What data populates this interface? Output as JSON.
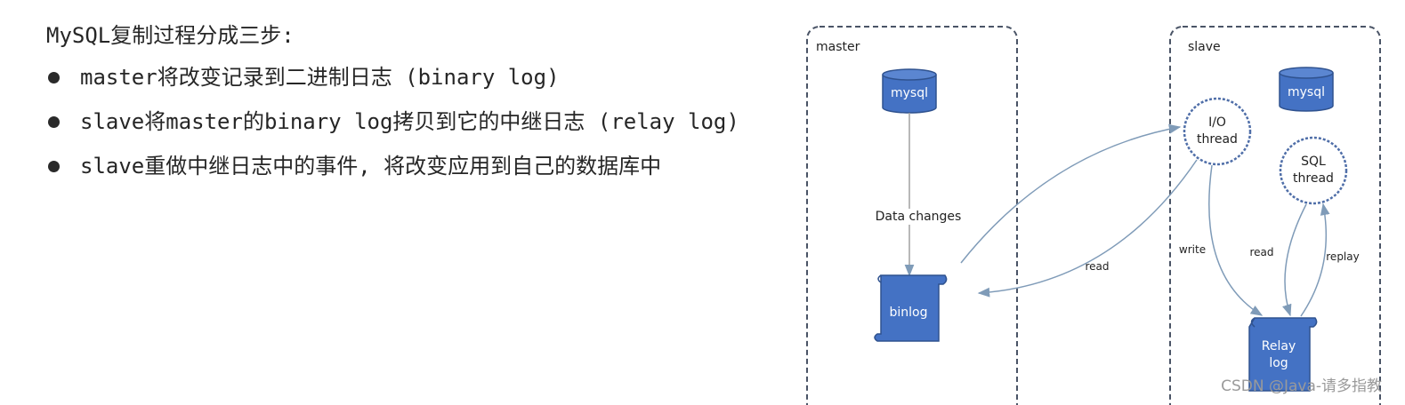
{
  "slide": {
    "title": "MySQL复制过程分成三步:",
    "bullets": [
      "master将改变记录到二进制日志 (binary log)",
      "slave将master的binary log拷贝到它的中继日志 (relay log)",
      "slave重做中继日志中的事件, 将改变应用到自己的数据库中"
    ]
  },
  "diagram": {
    "master_label": "master",
    "slave_label": "slave",
    "master_db": "mysql",
    "slave_db": "mysql",
    "binlog": "binlog",
    "relay_line1": "Relay",
    "relay_line2": "log",
    "io_line1": "I/O",
    "io_line2": "thread",
    "sql_line1": "SQL",
    "sql_line2": "thread",
    "data_changes": "Data changes",
    "read_binlog": "read",
    "write": "write",
    "read_relay": "read",
    "replay": "replay"
  },
  "colors": {
    "shape_fill": "#4472c4",
    "shape_stroke": "#2f528f",
    "arrow": "#7f9bb8",
    "box_border": "#4a5466",
    "thread_border": "#4f6ea8"
  },
  "watermark": "CSDN @Java-请多指教"
}
